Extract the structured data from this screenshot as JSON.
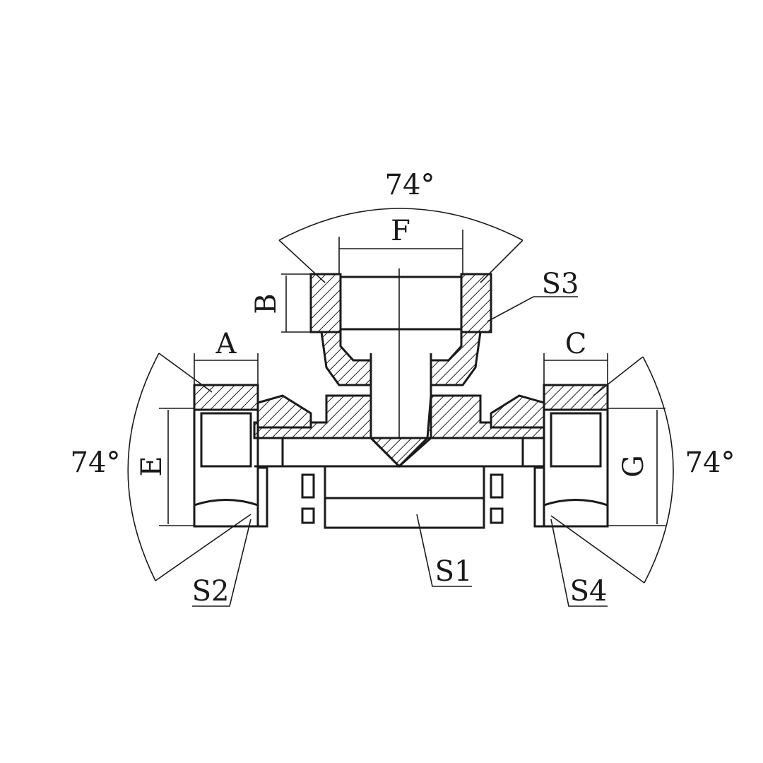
{
  "title": "Tee fitting with swivel nuts – 74° cone",
  "labels": {
    "angle_top": "74°",
    "angle_left": "74°",
    "angle_right": "74°",
    "F": "F",
    "B": "B",
    "A": "A",
    "C": "C",
    "E": "E",
    "G": "G",
    "S1": "S1",
    "S2": "S2",
    "S3": "S3",
    "S4": "S4"
  },
  "colors": {
    "line": "#1a1a1a",
    "background": "#ffffff"
  }
}
